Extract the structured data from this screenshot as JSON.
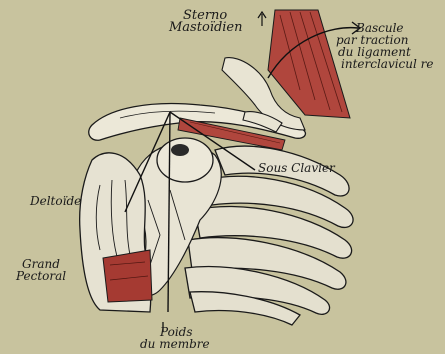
{
  "labels": {
    "sterno": [
      "Sterno",
      "Mastoïdien"
    ],
    "bascule": [
      "Bascule",
      "par traction",
      "du ligament",
      "interclavicul re"
    ],
    "sous_clavier": "Sous Clavier",
    "deltoide": "Deltoïde",
    "grand_pectoral": [
      "Grand",
      "Pectoral"
    ],
    "poids": [
      "Poids",
      "du membre"
    ]
  },
  "colors": {
    "background": "#c9c49f",
    "ink": "#1a1a1a",
    "muscle": "#b23a3a",
    "bone": "#e6e2d2"
  }
}
